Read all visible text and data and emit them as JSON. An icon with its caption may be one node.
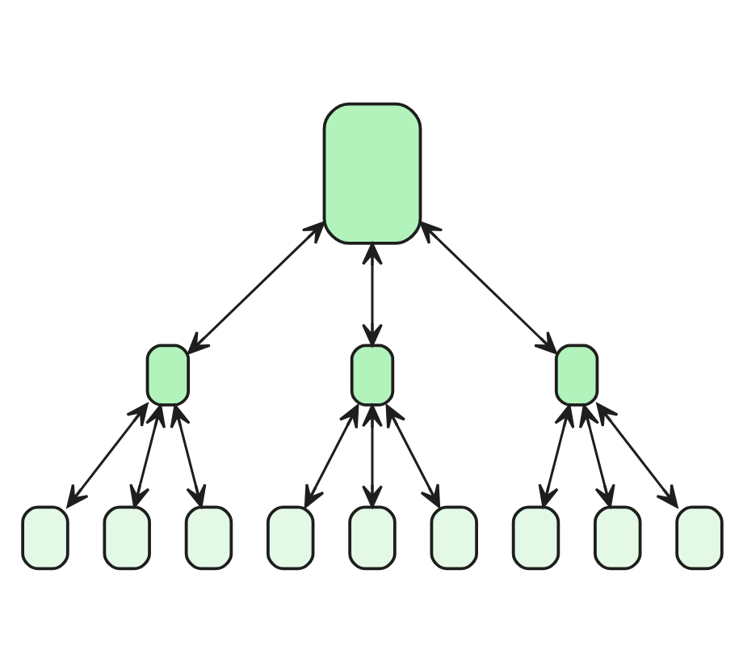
{
  "diagram": {
    "nodes": [
      {
        "text": [],
        "shape": "box"
      },
      {
        "text": [],
        "shape": "box"
      },
      {
        "text": [],
        "shape": "box"
      },
      {
        "text": [],
        "shape": "box"
      },
      {
        "text": [],
        "shape": "box"
      },
      {
        "text": [],
        "shape": "box"
      },
      {
        "text": [],
        "shape": "box"
      },
      {
        "text": [],
        "shape": "box"
      },
      {
        "text": [],
        "shape": "box"
      },
      {
        "text": [],
        "shape": "box"
      },
      {
        "text": [],
        "shape": "box"
      },
      {
        "text": [],
        "shape": "box"
      },
      {
        "text": [],
        "shape": "box"
      }
    ],
    "edges": [
      {
        "from": 0,
        "to": 1,
        "arrow": "both"
      },
      {
        "from": 0,
        "to": 2,
        "arrow": "both"
      },
      {
        "from": 0,
        "to": 3,
        "arrow": "both"
      },
      {
        "from": 1,
        "to": 4,
        "arrow": "both"
      },
      {
        "from": 1,
        "to": 5,
        "arrow": "both"
      },
      {
        "from": 1,
        "to": 6,
        "arrow": "both"
      },
      {
        "from": 2,
        "to": 7,
        "arrow": "both"
      },
      {
        "from": 2,
        "to": 8,
        "arrow": "both"
      },
      {
        "from": 2,
        "to": 9,
        "arrow": "both"
      },
      {
        "from": 3,
        "to": 10,
        "arrow": "both"
      },
      {
        "from": 3,
        "to": 11,
        "arrow": "both"
      },
      {
        "from": 3,
        "to": 12,
        "arrow": "both"
      }
    ]
  }
}
